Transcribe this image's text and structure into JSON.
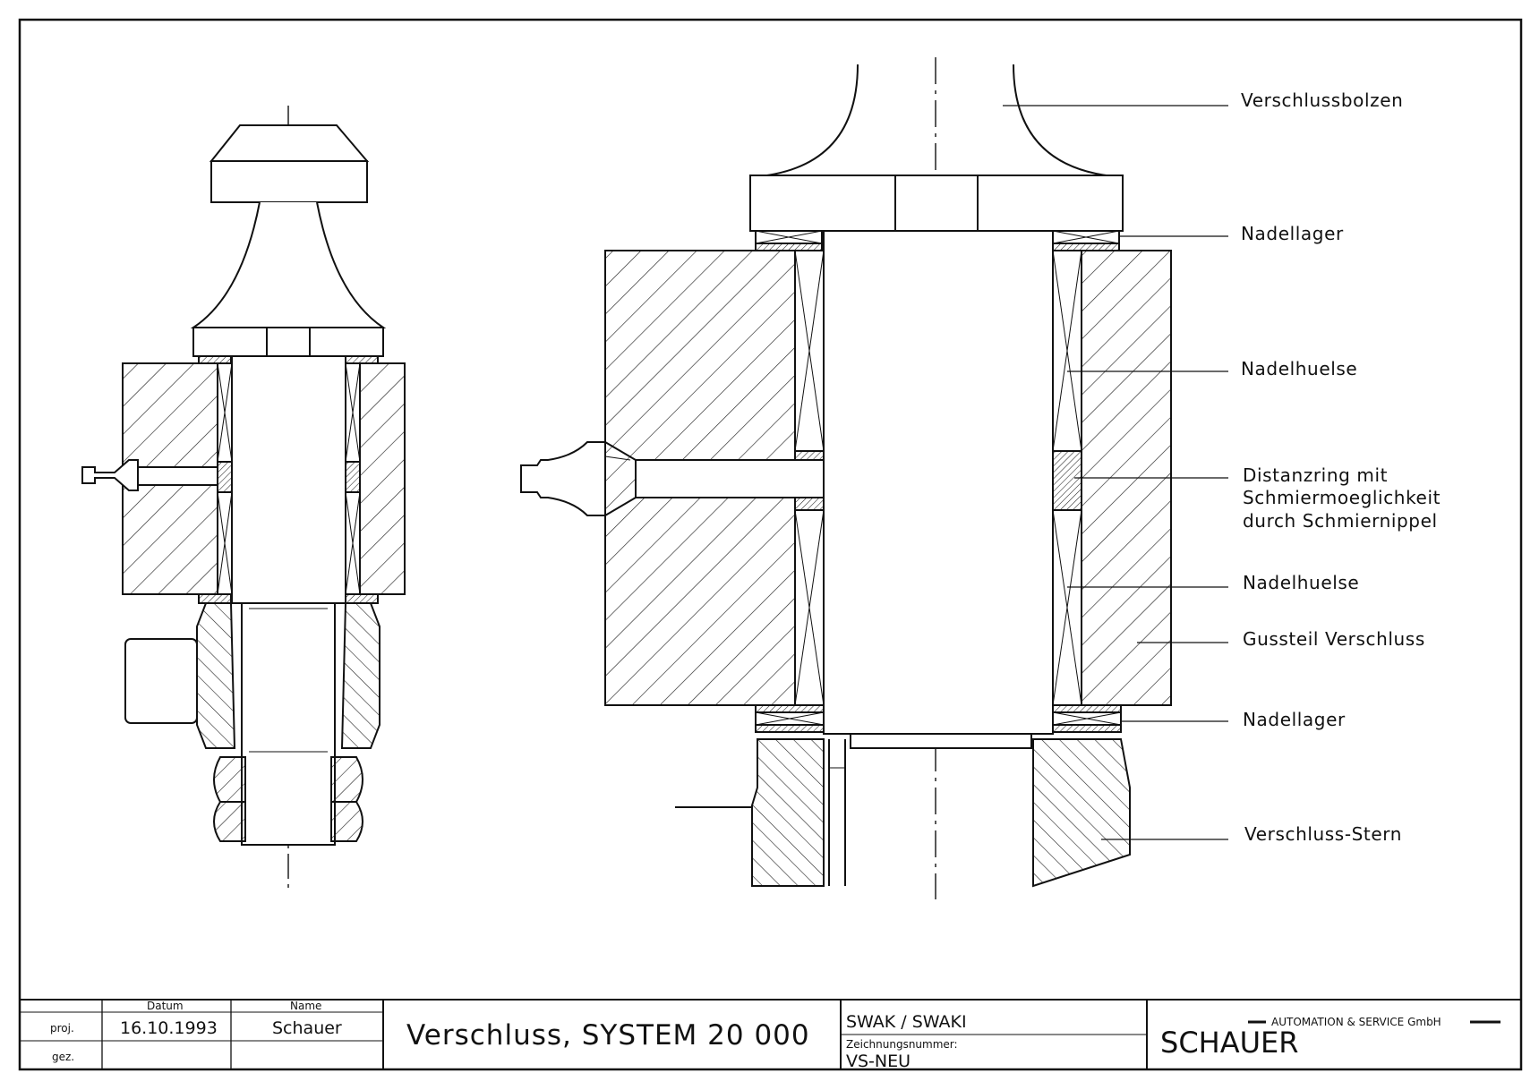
{
  "labels": {
    "verschlussbolzen": "Verschlussbolzen",
    "nadellager_top": "Nadellager",
    "nadelhuelse_top": "Nadelhuelse",
    "distanzring_1": "Distanzring mit",
    "distanzring_2": "Schmiermoeglichkeit",
    "distanzring_3": "durch Schmiernippel",
    "nadelhuelse_bottom": "Nadelhuelse",
    "gussteil": "Gussteil Verschluss",
    "nadellager_bottom": "Nadellager",
    "verschluss_stern": "Verschluss-Stern"
  },
  "title_block": {
    "col_datum": "Datum",
    "col_name": "Name",
    "row_proj": "proj.",
    "row_gez": "gez.",
    "proj_date": "16.10.1993",
    "proj_name": "Schauer",
    "title": "Verschluss, SYSTEM 20 000",
    "project": "SWAK / SWAKI",
    "drawing_number_label": "Zeichnungsnummer:",
    "drawing_number": "VS-NEU",
    "company_name": "SCHAUER",
    "company_sub": "AUTOMATION & SERVICE GmbH"
  },
  "colors": {
    "line": "#111111",
    "paper": "#ffffff"
  }
}
